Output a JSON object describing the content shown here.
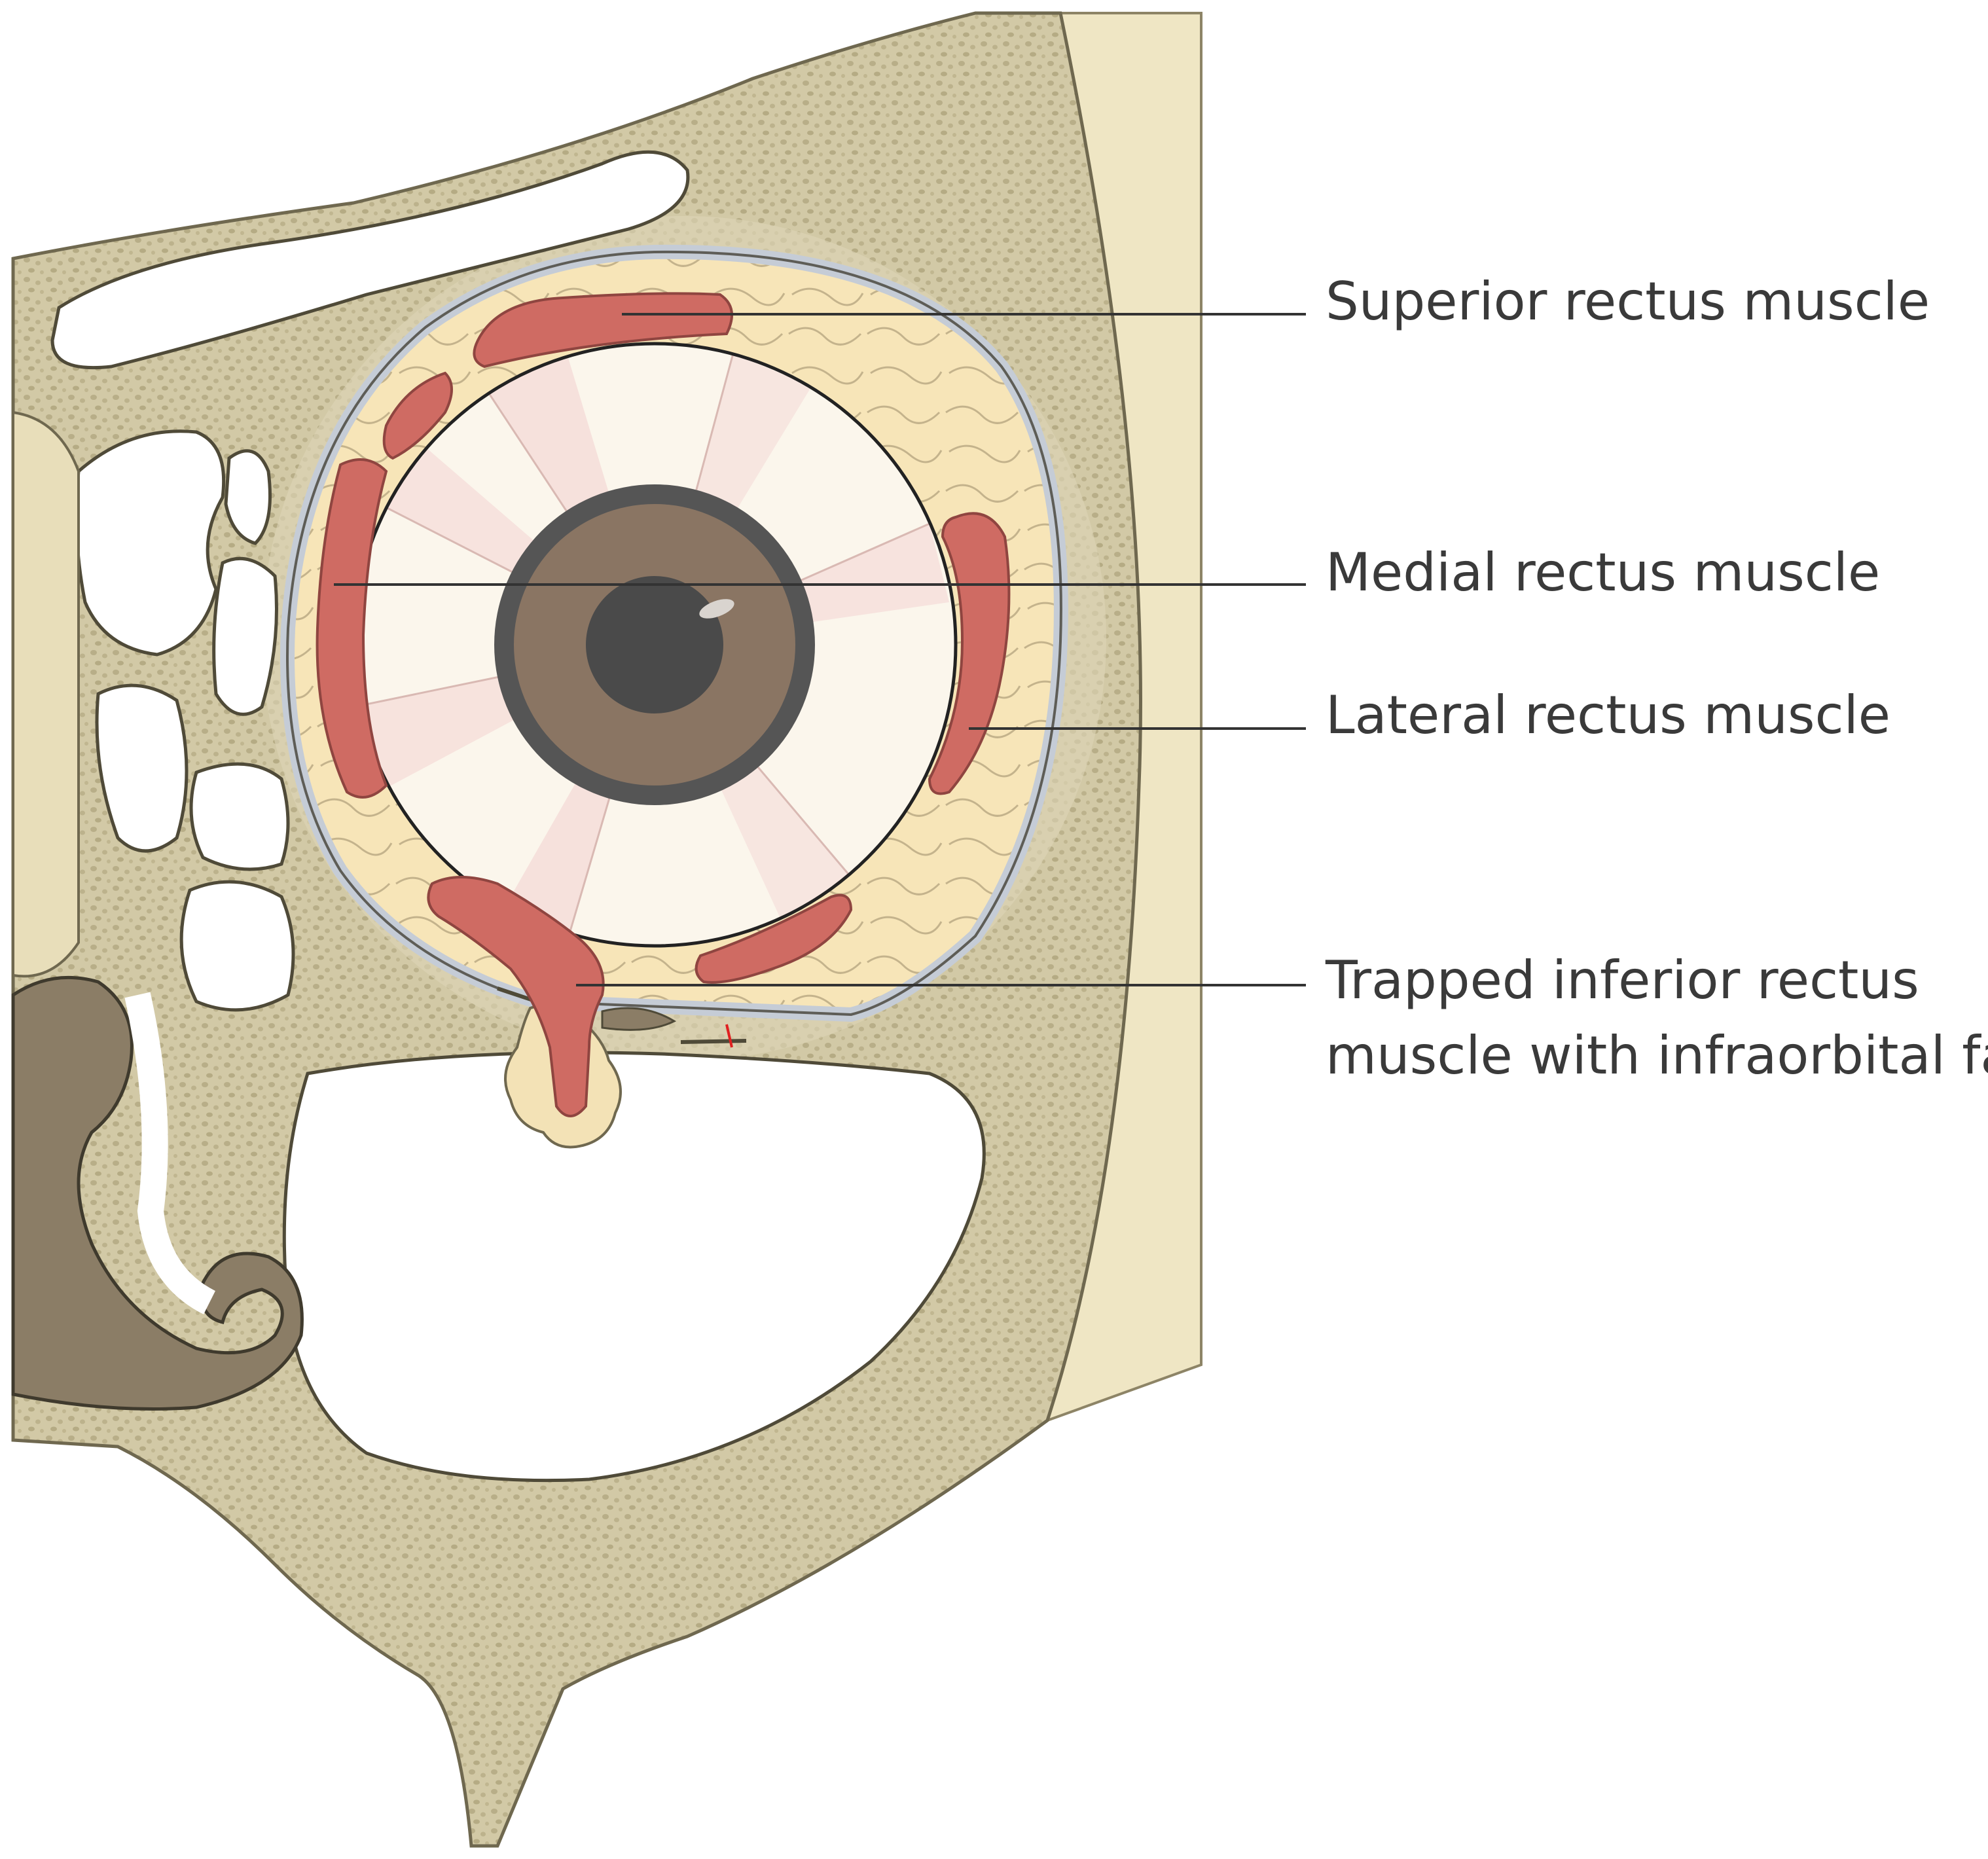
{
  "diagram": {
    "labels": {
      "superior_rectus": "Superior rectus muscle",
      "medial_rectus": "Medial rectus muscle",
      "lateral_rectus": "Lateral rectus muscle",
      "trapped_inferior_line1": "Trapped inferior rectus",
      "trapped_inferior_line2": "muscle with infraorbital fat"
    },
    "colors": {
      "bone_outline": "#d4cca8",
      "bone_cortical": "#ddd5b8",
      "bone_spongy": "#cfc6a2",
      "bone_dots": "#b5ab84",
      "skin": "#efe6c4",
      "orbital_fat": "#f7e5b8",
      "periorbita": "#dde1e6",
      "muscle": "#cf6b63",
      "muscle_edge": "#a14a44",
      "sclera": "#fbf6ec",
      "sclera_shade": "#f5dcd8",
      "iris_rim": "#555555",
      "iris": "#8a7563",
      "pupil": "#4a4a4a",
      "turbinate": "#8b7d66",
      "leader": "#333333"
    }
  }
}
